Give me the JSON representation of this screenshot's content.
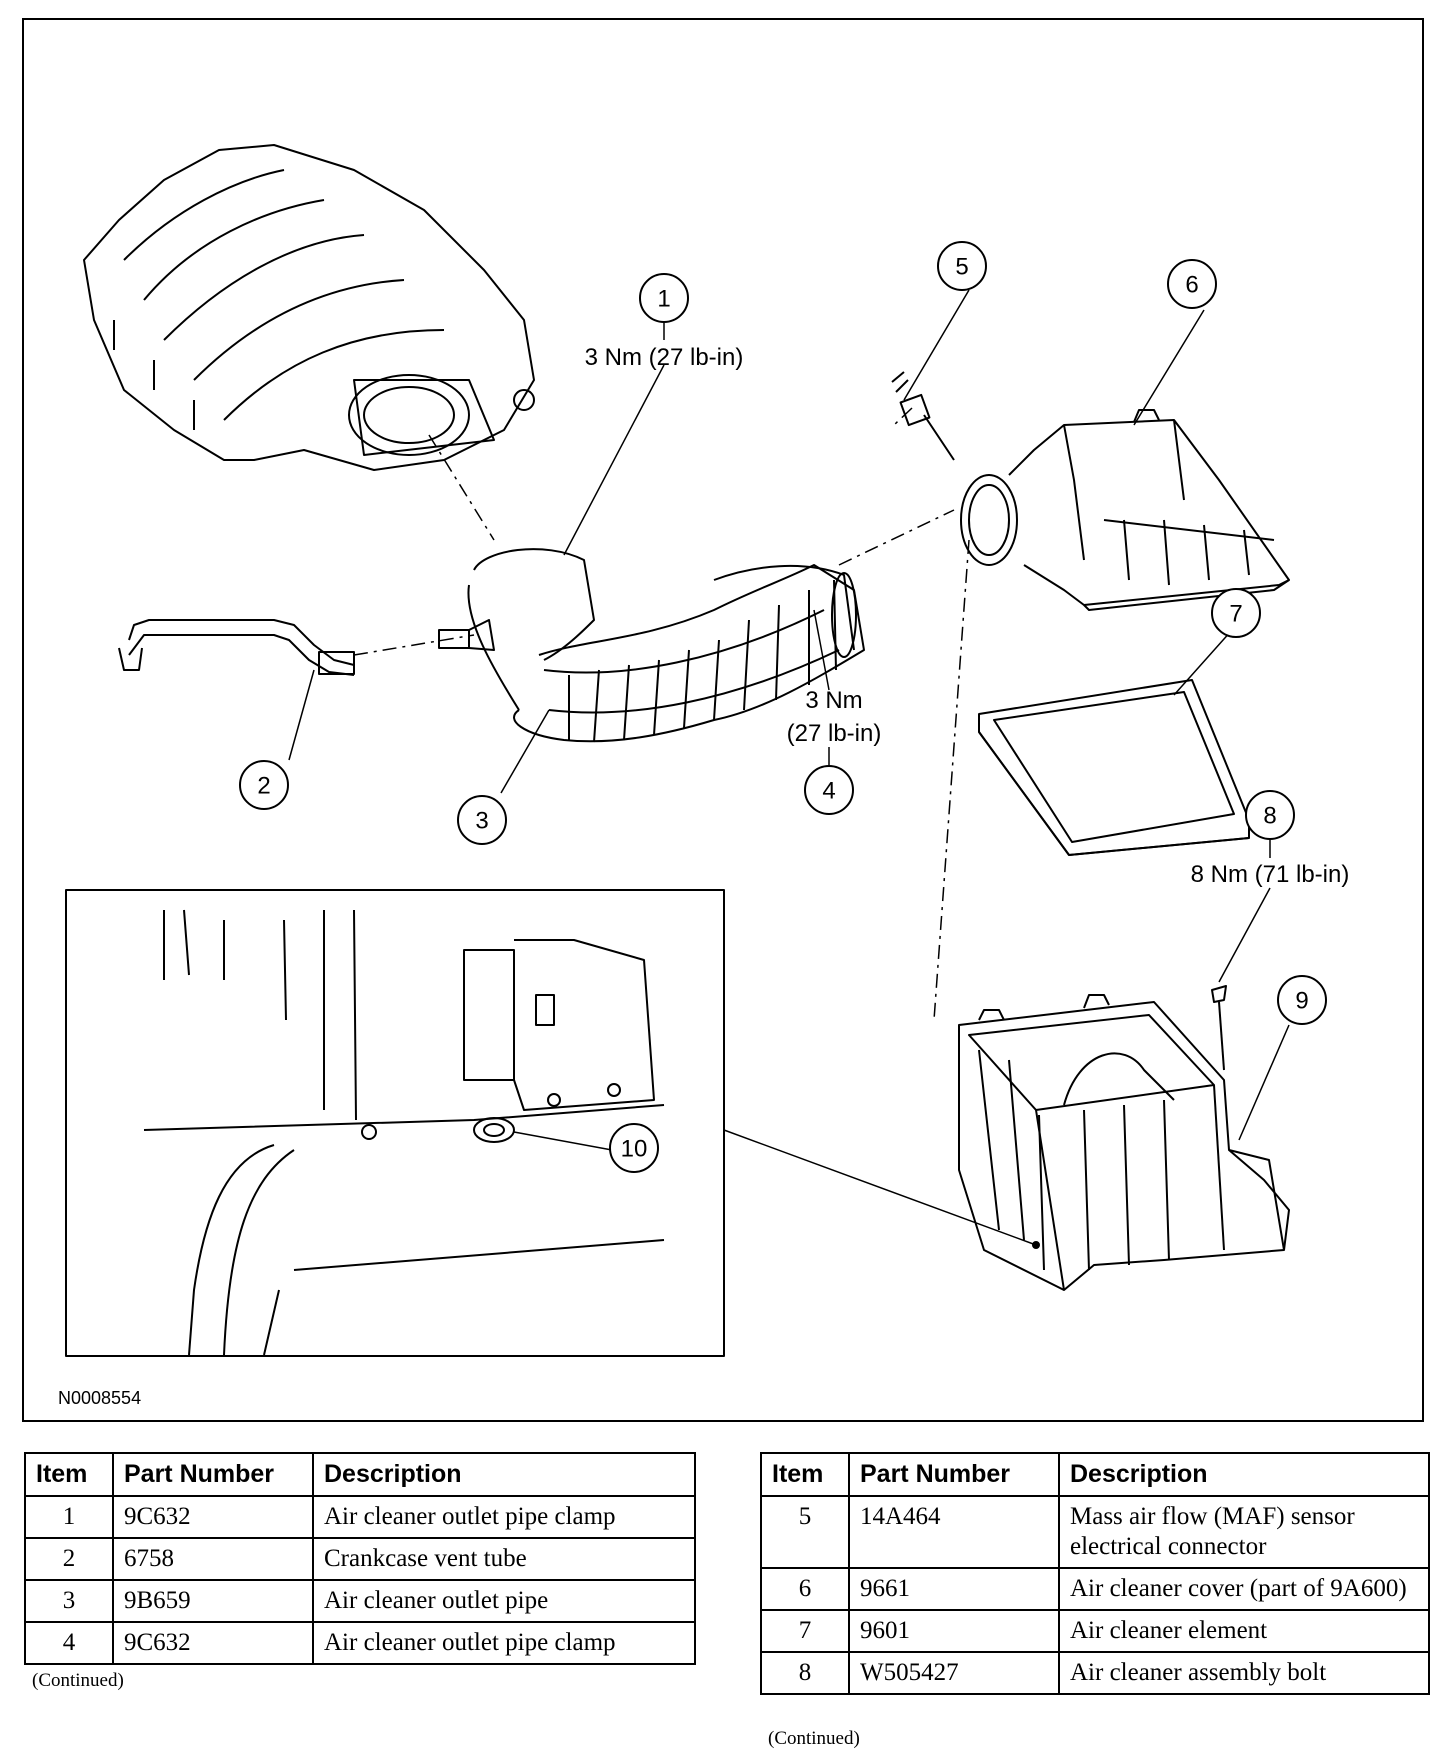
{
  "figure": {
    "id_label": "N0008554",
    "callouts": [
      {
        "num": "1",
        "torque": "3 Nm (27 lb-in)"
      },
      {
        "num": "2"
      },
      {
        "num": "3"
      },
      {
        "num": "4",
        "torque_line1": "3 Nm",
        "torque_line2": "(27 lb-in)"
      },
      {
        "num": "5"
      },
      {
        "num": "6"
      },
      {
        "num": "7"
      },
      {
        "num": "8",
        "torque": "8 Nm (71 lb-in)"
      },
      {
        "num": "9"
      },
      {
        "num": "10"
      }
    ]
  },
  "table_left": {
    "headers": [
      "Item",
      "Part Number",
      "Description"
    ],
    "rows": [
      {
        "item": "1",
        "part": "9C632",
        "desc": "Air cleaner outlet pipe clamp"
      },
      {
        "item": "2",
        "part": "6758",
        "desc": "Crankcase vent tube"
      },
      {
        "item": "3",
        "part": "9B659",
        "desc": "Air cleaner outlet pipe"
      },
      {
        "item": "4",
        "part": "9C632",
        "desc": "Air cleaner outlet pipe clamp"
      }
    ],
    "continued": "(Continued)"
  },
  "table_right": {
    "headers": [
      "Item",
      "Part Number",
      "Description"
    ],
    "rows": [
      {
        "item": "5",
        "part": "14A464",
        "desc": "Mass air flow (MAF) sensor electrical connector"
      },
      {
        "item": "6",
        "part": "9661",
        "desc": "Air cleaner cover (part of 9A600)"
      },
      {
        "item": "7",
        "part": "9601",
        "desc": "Air cleaner element"
      },
      {
        "item": "8",
        "part": "W505427",
        "desc": "Air cleaner assembly bolt"
      }
    ],
    "continued": "(Continued)"
  }
}
